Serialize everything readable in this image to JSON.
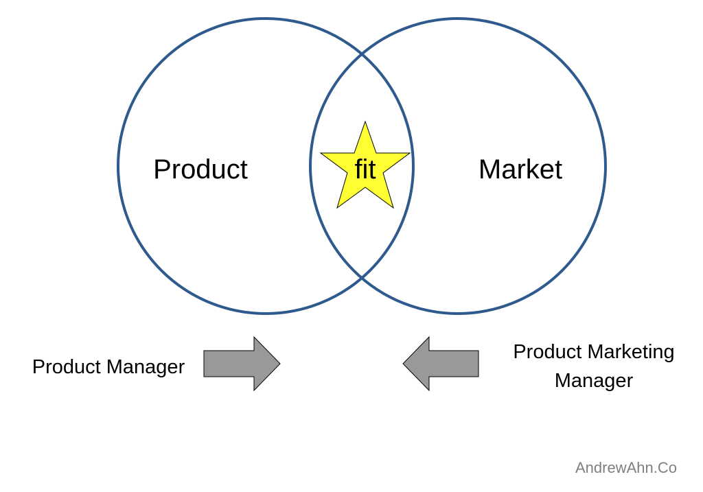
{
  "venn": {
    "left_label": "Product",
    "right_label": "Market",
    "overlap_label": "fit"
  },
  "arrows": {
    "left_label": "Product Manager",
    "right_label_line1": "Product Marketing",
    "right_label_line2": "Manager"
  },
  "watermark": "AndrewAhn.Co",
  "colors": {
    "circle_stroke": "#2e5a8e",
    "star_fill": "#ffff33",
    "arrow_fill": "#999999",
    "watermark_text": "#7f7f7f"
  }
}
